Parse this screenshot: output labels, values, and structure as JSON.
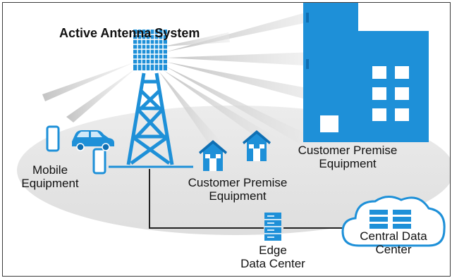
{
  "title": "Active Antenna System",
  "labels": {
    "mobile_line1": "Mobile",
    "mobile_line2": "Equipment",
    "cpe_house_line1": "Customer Premise",
    "cpe_house_line2": "Equipment",
    "cpe_building_line1": "Customer Premise",
    "cpe_building_line2": "Equipment",
    "edge_line1": "Edge",
    "edge_line2": "Data Center",
    "central_line1": "Central Data",
    "central_line2": "Center"
  },
  "icons": [
    "antenna-panel-icon",
    "tower-icon",
    "phone-icon",
    "car-icon",
    "house-icon",
    "building-icon",
    "server-rack-icon",
    "cloud-icon"
  ],
  "colors": {
    "accent": "#1e90d8",
    "dark_accent": "#0f6fb3",
    "ground": "#e4e4e4",
    "beam": "#d9d9d9",
    "line": "#222222"
  }
}
